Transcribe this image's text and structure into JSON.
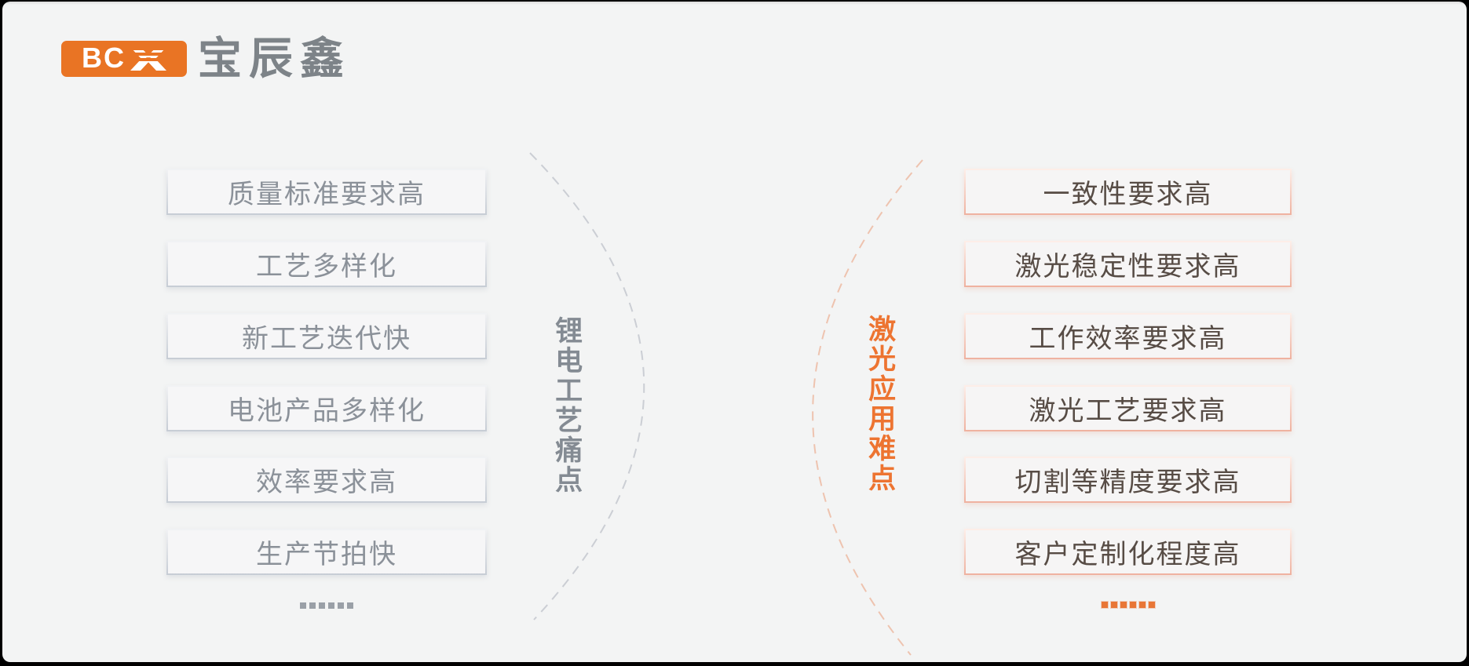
{
  "brand": {
    "badge_letters": "BC",
    "badge_icon": "double-chevron-x",
    "company_name": "宝辰鑫"
  },
  "left_panel": {
    "title": "锂电工艺痛点",
    "items": [
      "质量标准要求高",
      "工艺多样化",
      "新工艺迭代快",
      "电池产品多样化",
      "效率要求高",
      "生产节拍快"
    ],
    "ellipsis": "......"
  },
  "right_panel": {
    "title": "激光应用难点",
    "items": [
      "一致性要求高",
      "激光稳定性要求高",
      "工作效率要求高",
      "激光工艺要求高",
      "切割等精度要求高",
      "客户定制化程度高"
    ],
    "ellipsis": "......"
  },
  "colors": {
    "accent_orange": "#e97424",
    "title_orange": "#ed7431",
    "gray_text": "#8b9199",
    "dark_text": "#574c45",
    "slide_background": "#f3f4f4",
    "frame": "#000000",
    "gray_arc": "#c6cad0",
    "orange_arc": "#ecbaa2"
  }
}
